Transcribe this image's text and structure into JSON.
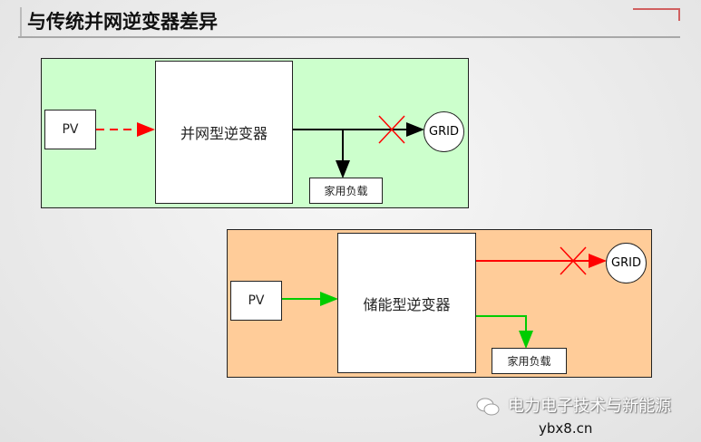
{
  "title": "与传统并网逆变器差异",
  "top_diagram": {
    "pv": "PV",
    "inverter": "并网型逆变器",
    "grid": "GRID",
    "load": "家用负载",
    "bg": "#ccffcc"
  },
  "bottom_diagram": {
    "pv": "PV",
    "inverter": "储能型逆变器",
    "grid": "GRID",
    "load": "家用负载",
    "bg": "#ffcc99"
  },
  "watermark": {
    "text": "电力电子技术与新能源",
    "overlay": "ybx8.cn"
  }
}
